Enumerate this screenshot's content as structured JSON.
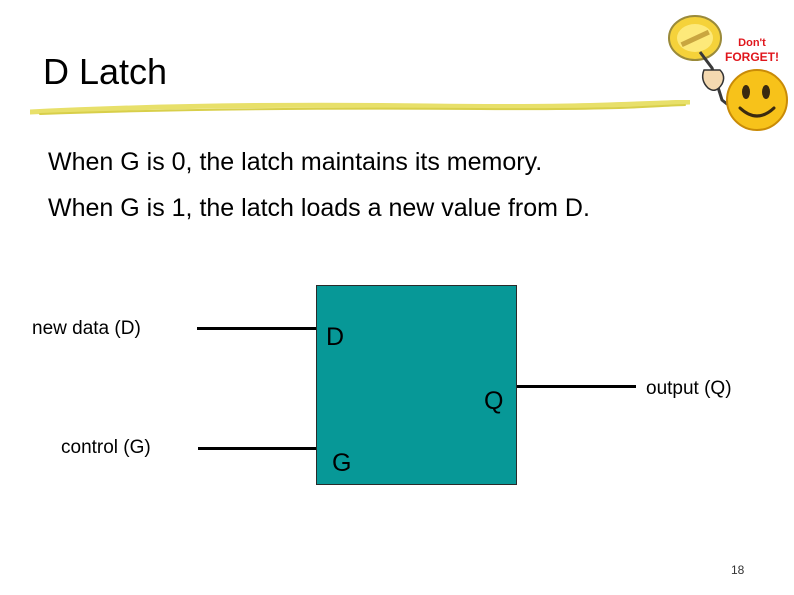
{
  "slide": {
    "title": "D Latch",
    "body_lines": [
      "When G is 0, the latch maintains its memory.",
      "When G is 1, the latch loads a new value from D."
    ],
    "page_number": "18"
  },
  "badge": {
    "text_line1": "Don't",
    "text_line2": "FORGET!",
    "accent_color": "#e0161c",
    "smiley_color": "#f7c21a"
  },
  "diagram": {
    "input_d_label": "new data (D)",
    "input_g_label": "control (G)",
    "output_label": "output (Q)",
    "pins": {
      "d": "D",
      "g": "G",
      "q": "Q"
    },
    "box_color": "#079897"
  }
}
